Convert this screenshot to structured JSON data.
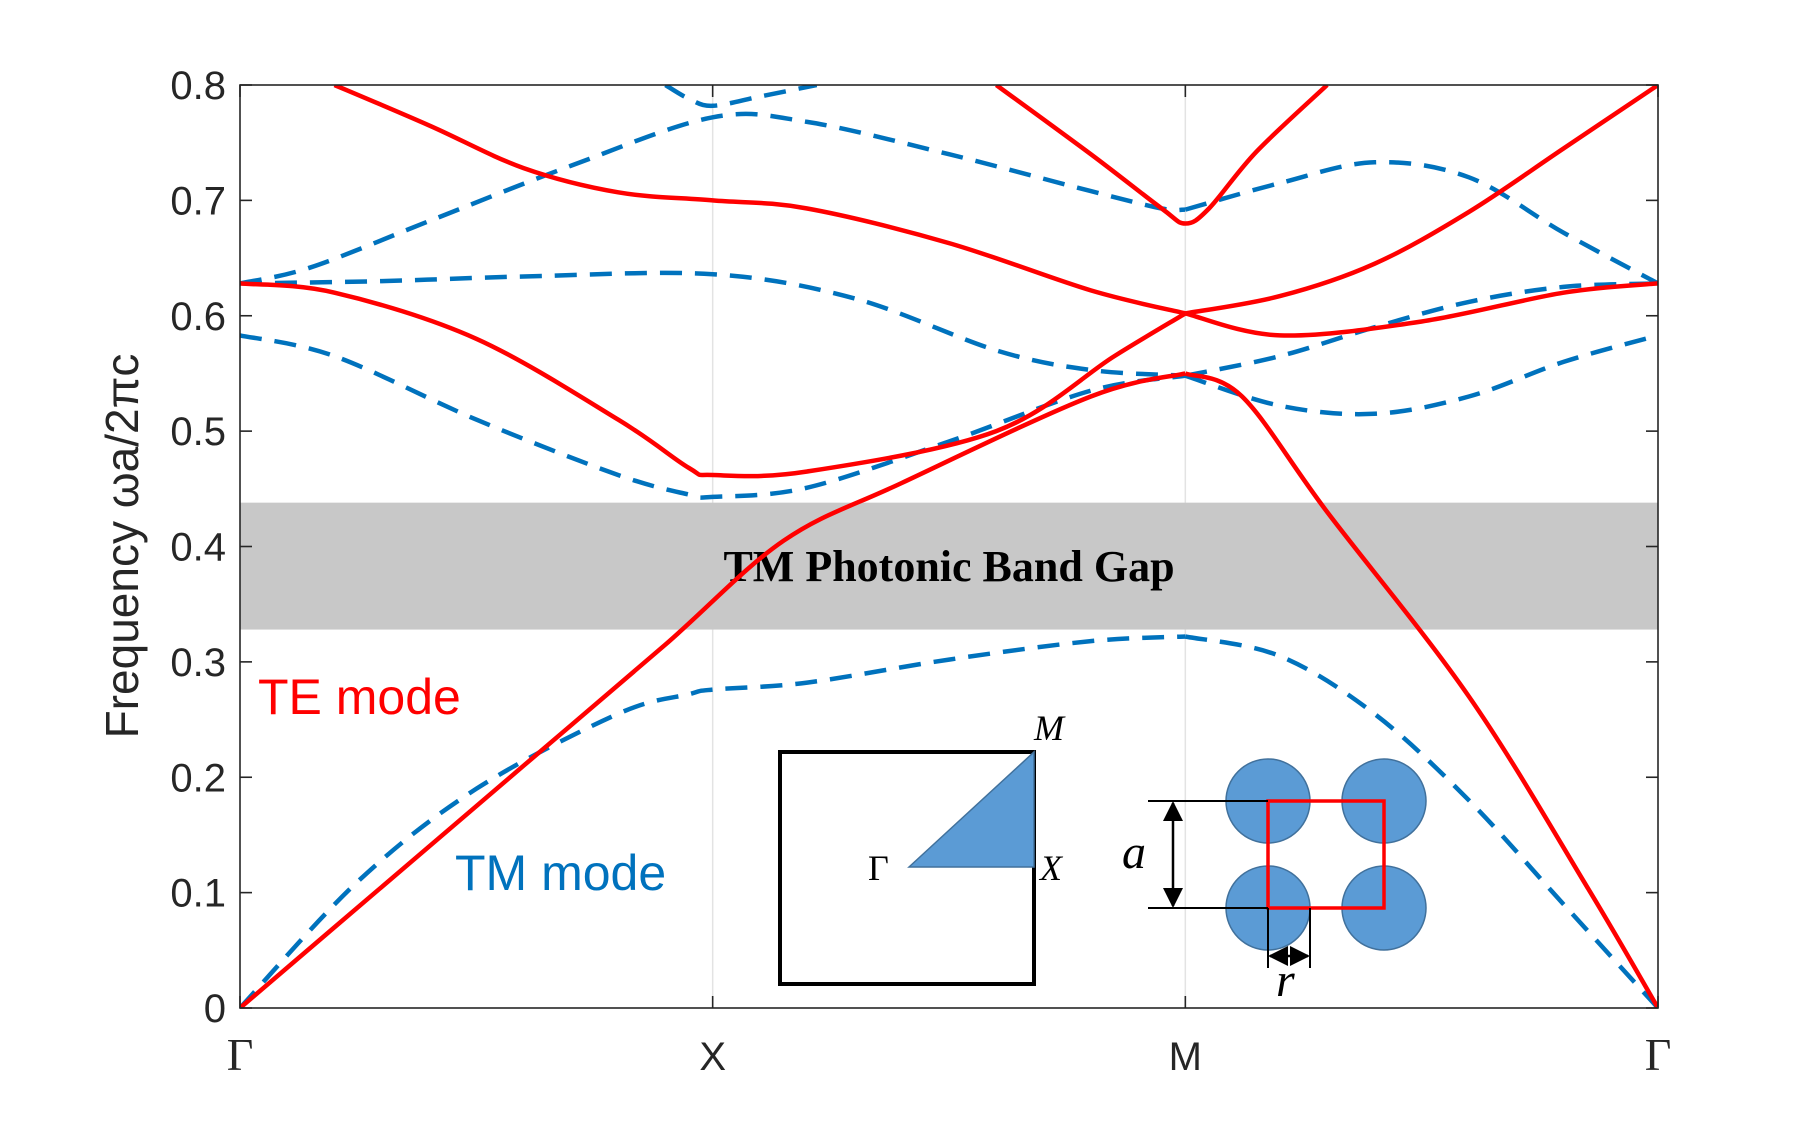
{
  "chart_data": {
    "type": "line",
    "ylabel": "Frequency ωa/2πc",
    "ylim": [
      0,
      0.8
    ],
    "yticks": [
      "0",
      "0.1",
      "0.2",
      "0.3",
      "0.4",
      "0.5",
      "0.6",
      "0.7",
      "0.8"
    ],
    "xticks": [
      "Γ",
      "X",
      "M",
      "Γ"
    ],
    "x_domain": [
      0,
      3
    ],
    "grid": "vertical lines at X and M",
    "gap": {
      "label": "TM Photonic Band Gap",
      "range": [
        0.328,
        0.438
      ],
      "color": "#c8c8c8"
    },
    "annotations": {
      "te": "TE mode",
      "tm": "TM mode"
    },
    "colors": {
      "te": "#ff0000",
      "tm": "#0072bd"
    },
    "series": [
      {
        "name": "TE mode",
        "style": "solid",
        "bands": [
          {
            "x": [
              0,
              0.3,
              0.6,
              0.9,
              1.15,
              1.4,
              1.8,
              2.0
            ],
            "y": [
              0,
              0.105,
              0.21,
              0.315,
              0.405,
              0.455,
              0.53,
              0.55
            ]
          },
          {
            "x": [
              2.0,
              2.12,
              2.3,
              2.6,
              2.85,
              3.0
            ],
            "y": [
              0.55,
              0.53,
              0.43,
              0.27,
              0.105,
              0
            ]
          },
          {
            "x": [
              0,
              0.2,
              0.5,
              0.8,
              0.95,
              1.0,
              1.2,
              1.6,
              1.85,
              2.0
            ],
            "y": [
              0.628,
              0.62,
              0.58,
              0.51,
              0.468,
              0.462,
              0.465,
              0.5,
              0.565,
              0.602
            ]
          },
          {
            "x": [
              2.0,
              2.2,
              2.5,
              2.8,
              3.0
            ],
            "y": [
              0.602,
              0.583,
              0.595,
              0.62,
              0.628
            ]
          },
          {
            "x": [
              0.2,
              0.4,
              0.6,
              0.8,
              1.0,
              1.2,
              1.5,
              1.8,
              2.0
            ],
            "y": [
              0.8,
              0.765,
              0.728,
              0.707,
              0.7,
              0.693,
              0.663,
              0.622,
              0.602
            ]
          },
          {
            "x": [
              2.0,
              2.2,
              2.4,
              2.6,
              2.8,
              3.0
            ],
            "y": [
              0.602,
              0.617,
              0.645,
              0.69,
              0.745,
              0.8
            ]
          },
          {
            "x": [
              1.6,
              1.8,
              1.95,
              2.0,
              2.05,
              2.15,
              2.3
            ],
            "y": [
              0.8,
              0.74,
              0.693,
              0.68,
              0.693,
              0.742,
              0.8
            ]
          }
        ]
      },
      {
        "name": "TM mode",
        "style": "dashed",
        "bands": [
          {
            "x": [
              0,
              0.25,
              0.5,
              0.8,
              0.95,
              1.0,
              1.2,
              1.5,
              1.8,
              2.0
            ],
            "y": [
              0,
              0.11,
              0.19,
              0.255,
              0.272,
              0.276,
              0.282,
              0.302,
              0.318,
              0.322
            ]
          },
          {
            "x": [
              2.0,
              2.2,
              2.4,
              2.6,
              2.8,
              3.0
            ],
            "y": [
              0.322,
              0.305,
              0.255,
              0.18,
              0.09,
              0
            ]
          },
          {
            "x": [
              0,
              0.2,
              0.5,
              0.8,
              0.95,
              1.0,
              1.2,
              1.5,
              1.8,
              2.0
            ],
            "y": [
              0.583,
              0.565,
              0.51,
              0.462,
              0.445,
              0.443,
              0.451,
              0.491,
              0.535,
              0.548
            ]
          },
          {
            "x": [
              2.0,
              2.2,
              2.4,
              2.6,
              2.8,
              3.0
            ],
            "y": [
              0.548,
              0.522,
              0.515,
              0.53,
              0.56,
              0.583
            ]
          },
          {
            "x": [
              0,
              0.3,
              0.6,
              1.0,
              1.3,
              1.6,
              1.8,
              2.0
            ],
            "y": [
              0.628,
              0.63,
              0.634,
              0.636,
              0.615,
              0.57,
              0.553,
              0.548
            ]
          },
          {
            "x": [
              2.0,
              2.2,
              2.4,
              2.6,
              2.8,
              3.0
            ],
            "y": [
              0.548,
              0.565,
              0.59,
              0.612,
              0.625,
              0.628
            ]
          },
          {
            "x": [
              0,
              0.15,
              0.4,
              0.7,
              1.0,
              1.2,
              1.5,
              1.8,
              1.95,
              2.0
            ],
            "y": [
              0.628,
              0.642,
              0.682,
              0.73,
              0.772,
              0.768,
              0.74,
              0.708,
              0.693,
              0.692
            ]
          },
          {
            "x": [
              2.0,
              2.2,
              2.4,
              2.6,
              2.8,
              3.0
            ],
            "y": [
              0.692,
              0.715,
              0.733,
              0.72,
              0.672,
              0.628
            ]
          },
          {
            "x": [
              0.9,
              0.95,
              1.0,
              1.1,
              1.22
            ],
            "y": [
              0.8,
              0.788,
              0.782,
              0.79,
              0.8
            ]
          }
        ]
      }
    ]
  },
  "insets": {
    "bz": {
      "points": [
        "Γ",
        "X",
        "M"
      ],
      "fill": "#5b9bd5"
    },
    "lattice": {
      "lattice_label": "a",
      "radius_label": "r",
      "rod_fill": "#5b9bd5",
      "cell_color": "#ff0000"
    }
  }
}
